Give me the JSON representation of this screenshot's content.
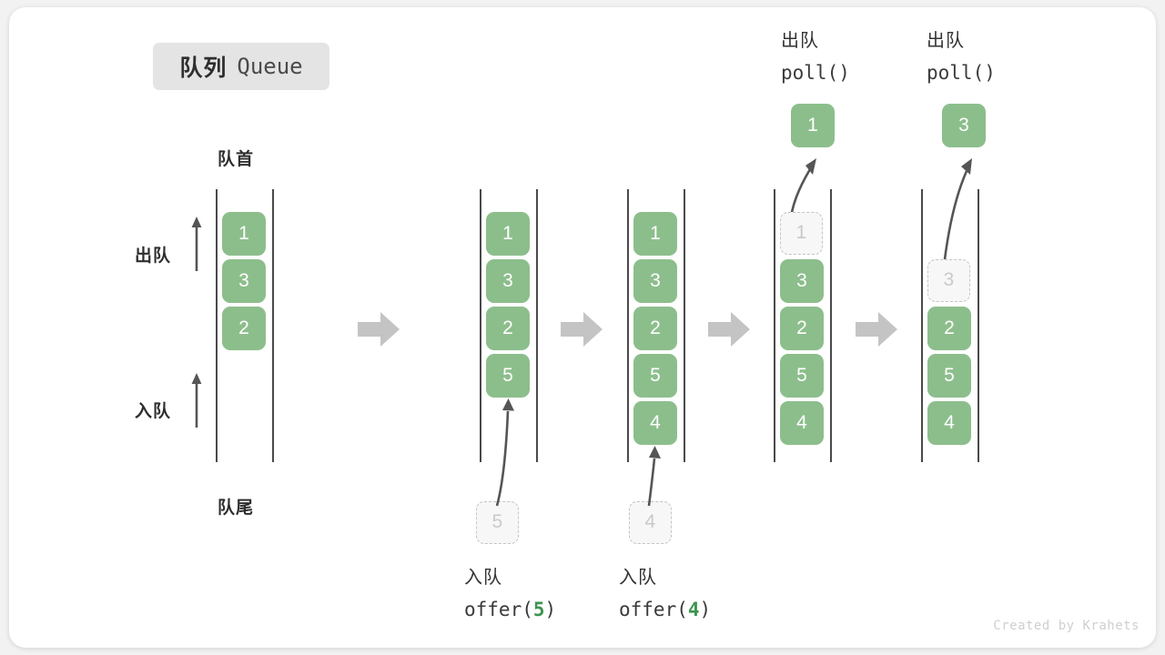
{
  "title": {
    "cn": "队列",
    "en": "Queue"
  },
  "labels": {
    "front": "队首",
    "rear": "队尾",
    "dequeue": "出队",
    "enqueue": "入队"
  },
  "watermark": "Created by Krahets",
  "colors": {
    "cell_fill": "#8cbe8c",
    "cell_text": "#ffffff",
    "ghost_fill": "#f7f7f7",
    "ghost_text": "#c9c9c9",
    "ghost_border": "#c4c4c4",
    "rail": "#4a4a4a",
    "step_arrow": "#c4c4c4",
    "motion_arrow": "#555555",
    "accent_green": "#3f9350",
    "badge_bg": "#e4e4e4",
    "page_bg": "#f2f2f2",
    "card_bg": "#ffffff"
  },
  "chart_data": {
    "type": "diagram",
    "title": "队列 Queue",
    "structure": "queue (FIFO)",
    "front_label": "队首",
    "rear_label": "队尾",
    "direction_markers": [
      {
        "label": "出队",
        "position": "top-left",
        "direction": "up"
      },
      {
        "label": "入队",
        "position": "bottom-left",
        "direction": "up"
      }
    ],
    "states": [
      {
        "index": 0,
        "operation": null,
        "operation_cn": null,
        "contents": [
          "1",
          "3",
          "2"
        ],
        "ghost_index": null,
        "emitted": null,
        "incoming": null
      },
      {
        "index": 1,
        "operation": "offer(5)",
        "operation_cn": "入队",
        "operation_arg": "5",
        "contents": [
          "1",
          "3",
          "2",
          "5"
        ],
        "ghost_index": null,
        "emitted": null,
        "incoming": "5"
      },
      {
        "index": 2,
        "operation": "offer(4)",
        "operation_cn": "入队",
        "operation_arg": "4",
        "contents": [
          "1",
          "3",
          "2",
          "5",
          "4"
        ],
        "ghost_index": null,
        "emitted": null,
        "incoming": "4"
      },
      {
        "index": 3,
        "operation": "poll()",
        "operation_cn": "出队",
        "contents": [
          "1",
          "3",
          "2",
          "5",
          "4"
        ],
        "ghost_index": 0,
        "emitted": "1",
        "incoming": null
      },
      {
        "index": 4,
        "operation": "poll()",
        "operation_cn": "出队",
        "contents": [
          "3",
          "2",
          "5",
          "4"
        ],
        "ghost_index": 0,
        "emitted": "3",
        "incoming": null
      }
    ],
    "step_arrow_count": 4
  },
  "columns": [
    {
      "id": "col-initial",
      "cells": [
        {
          "v": "1",
          "slot": 0,
          "ghost": false
        },
        {
          "v": "3",
          "slot": 1,
          "ghost": false
        },
        {
          "v": "2",
          "slot": 2,
          "ghost": false
        }
      ]
    },
    {
      "id": "col-offer-5",
      "cells": [
        {
          "v": "1",
          "slot": 0,
          "ghost": false
        },
        {
          "v": "3",
          "slot": 1,
          "ghost": false
        },
        {
          "v": "2",
          "slot": 2,
          "ghost": false
        },
        {
          "v": "5",
          "slot": 3,
          "ghost": false
        }
      ],
      "incoming": "5",
      "op_cn": "入队",
      "op_pre": "offer(",
      "op_arg": "5",
      "op_post": ")"
    },
    {
      "id": "col-offer-4",
      "cells": [
        {
          "v": "1",
          "slot": 0,
          "ghost": false
        },
        {
          "v": "3",
          "slot": 1,
          "ghost": false
        },
        {
          "v": "2",
          "slot": 2,
          "ghost": false
        },
        {
          "v": "5",
          "slot": 3,
          "ghost": false
        },
        {
          "v": "4",
          "slot": 4,
          "ghost": false
        }
      ],
      "incoming": "4",
      "op_cn": "入队",
      "op_pre": "offer(",
      "op_arg": "4",
      "op_post": ")"
    },
    {
      "id": "col-poll-1",
      "cells": [
        {
          "v": "1",
          "slot": 0,
          "ghost": true
        },
        {
          "v": "3",
          "slot": 1,
          "ghost": false
        },
        {
          "v": "2",
          "slot": 2,
          "ghost": false
        },
        {
          "v": "5",
          "slot": 3,
          "ghost": false
        },
        {
          "v": "4",
          "slot": 4,
          "ghost": false
        }
      ],
      "emitted": "1",
      "op_cn": "出队",
      "op_code": "poll()"
    },
    {
      "id": "col-poll-3",
      "cells": [
        {
          "v": "3",
          "slot": 1,
          "ghost": true
        },
        {
          "v": "2",
          "slot": 2,
          "ghost": false
        },
        {
          "v": "5",
          "slot": 3,
          "ghost": false
        },
        {
          "v": "4",
          "slot": 4,
          "ghost": false
        }
      ],
      "emitted": "3",
      "op_cn": "出队",
      "op_code": "poll()"
    }
  ]
}
